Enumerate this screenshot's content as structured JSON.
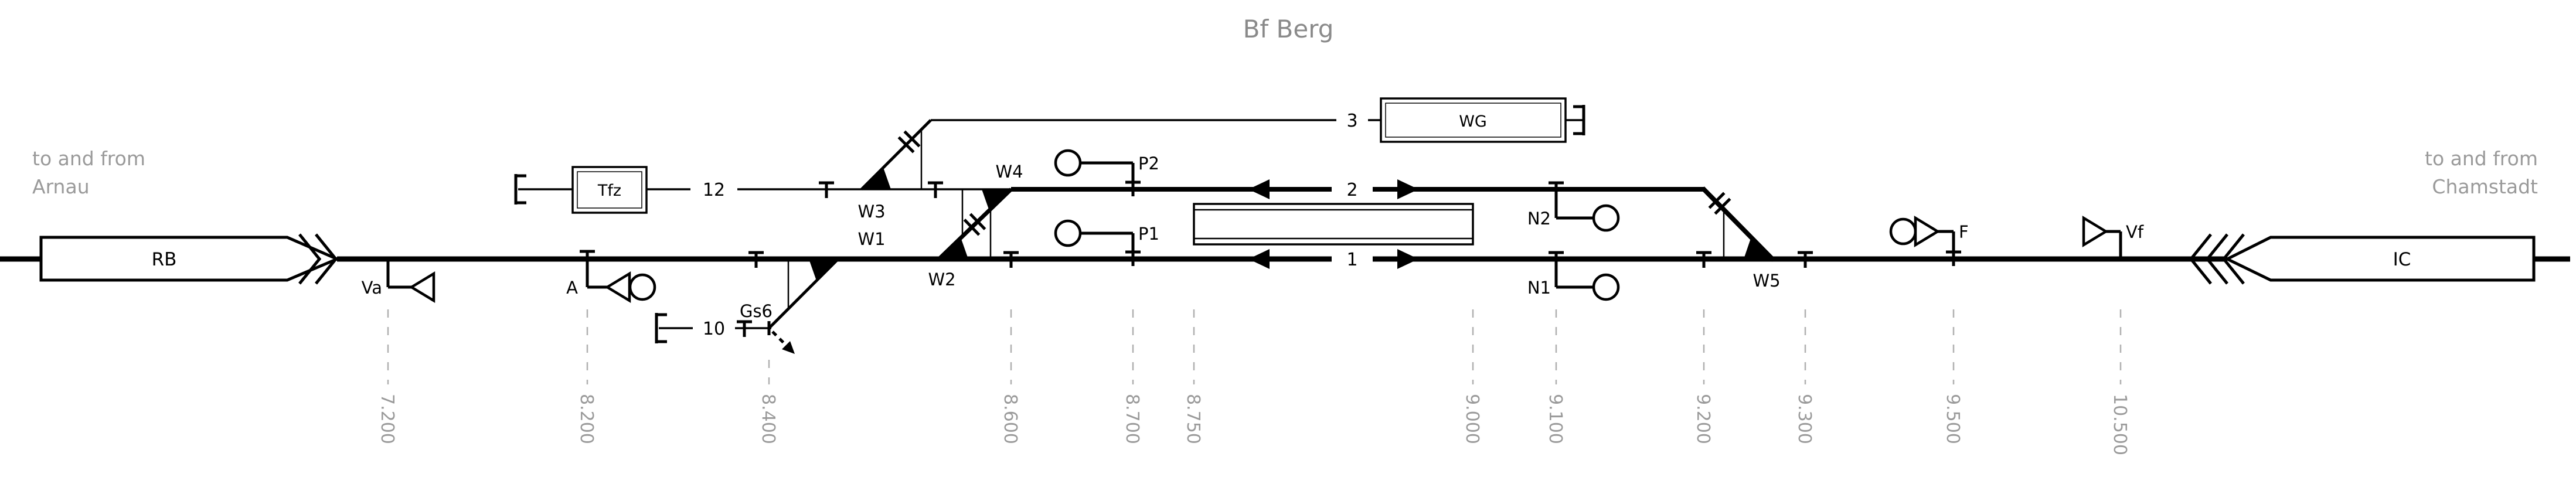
{
  "title": "Bf Berg",
  "directions": {
    "left_line1": "to and from",
    "left_line2": "Arnau",
    "right_line1": "to and from",
    "right_line2": "Chamstadt"
  },
  "trains": {
    "left": "RB",
    "right": "IC"
  },
  "facilities": {
    "loco_shed": "Tfz",
    "goods_shed": "WG"
  },
  "tracks": {
    "t1": "1",
    "t2": "2",
    "t3": "3",
    "t10": "10",
    "t12": "12"
  },
  "switches": {
    "w1": "W1",
    "w2": "W2",
    "w3": "W3",
    "w4": "W4",
    "w5": "W5"
  },
  "derail": {
    "label": "Gs6"
  },
  "signals": {
    "va": "Va",
    "a": "A",
    "p1": "P1",
    "p2": "P2",
    "n1": "N1",
    "n2": "N2",
    "f": "F",
    "vf": "Vf"
  },
  "km_markers": [
    "7.200",
    "8.200",
    "8.400",
    "8.600",
    "8.700",
    "8.750",
    "9.000",
    "9.100",
    "9.200",
    "9.300",
    "9.500",
    "10.500"
  ],
  "colors": {
    "track": "#000000",
    "muted_text": "#9a9a9a",
    "title_text": "#8a8a8a",
    "km_dash": "#b0b0b0",
    "background": "#ffffff"
  }
}
